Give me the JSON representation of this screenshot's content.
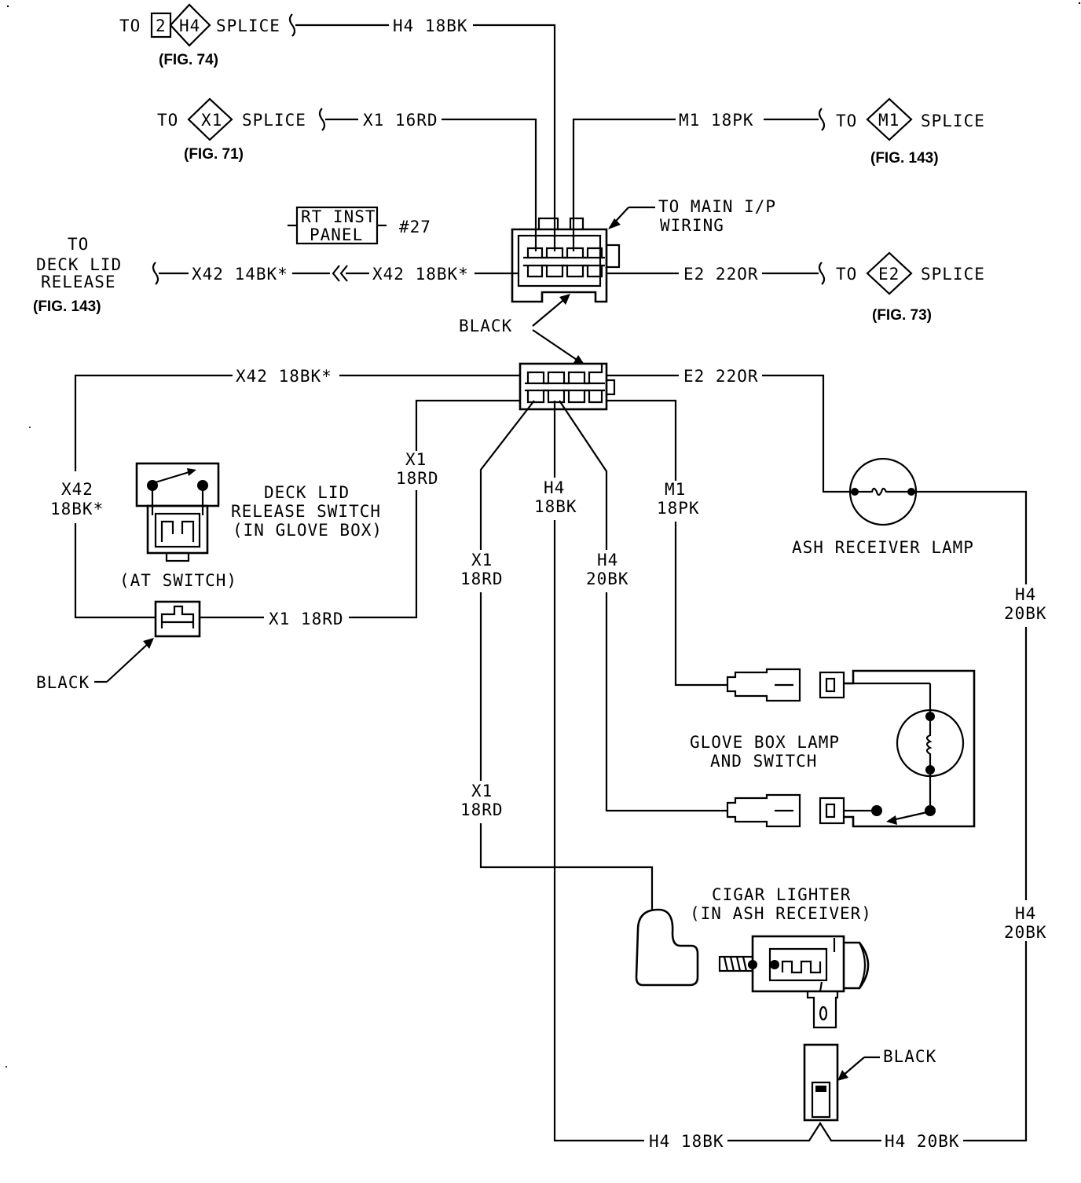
{
  "top": {
    "h4": {
      "to": "TO",
      "num": "2",
      "code": "H4",
      "splice": "SPLICE",
      "fig": "(FIG. 74)",
      "wire": "H4 18BK"
    },
    "x1": {
      "to": "TO",
      "code": "X1",
      "splice": "SPLICE",
      "fig": "(FIG. 71)",
      "wire": "X1 16RD"
    },
    "m1": {
      "to": "TO",
      "code": "M1",
      "splice": "SPLICE",
      "fig": "(FIG. 143)",
      "wire": "M1 18PK"
    },
    "e2": {
      "to": "TO",
      "code": "E2",
      "splice": "SPLICE",
      "fig": "(FIG. 73)",
      "wire": "E2 22OR"
    },
    "deck": {
      "l1": "TO",
      "l2": "DECK LID",
      "l3": "RELEASE",
      "fig": "(FIG. 143)",
      "wire_a": "X42 14BK*",
      "wire_b": "X42 18BK*"
    },
    "rt_inst_1": "RT INST",
    "rt_inst_2": "PANEL",
    "conn_num": "#27",
    "main_ip_1": "TO MAIN I/P",
    "main_ip_2": "WIRING",
    "black_1": "BLACK"
  },
  "lower": {
    "x42_top": "X42 18BK*",
    "e2_lower": "E2 22OR",
    "x1_v1a": "X1",
    "x1_v1b": "18RD",
    "x42_va": "X42",
    "x42_vb": "18BK*",
    "h4_va": "H4",
    "h4_vb": "18BK",
    "m1_va": "M1",
    "m1_vb": "18PK",
    "x1_v2a": "X1",
    "x1_v2b": "18RD",
    "h4_v2a": "H4",
    "h4_v2b": "20BK",
    "x1_v3a": "X1",
    "x1_v3b": "18RD",
    "h4_r1a": "H4",
    "h4_r1b": "20BK",
    "h4_r2a": "H4",
    "h4_r2b": "20BK",
    "x1_switch": "X1 18RD",
    "deck_sw_1": "DECK LID",
    "deck_sw_2": "RELEASE SWITCH",
    "deck_sw_3": "(IN GLOVE BOX)",
    "at_switch": "(AT SWITCH)",
    "black_2": "BLACK",
    "black_3": "BLACK",
    "ash_lamp": "ASH RECEIVER LAMP",
    "glove_1": "GLOVE BOX LAMP",
    "glove_2": "AND SWITCH",
    "cigar_1": "CIGAR LIGHTER",
    "cigar_2": "(IN ASH RECEIVER)",
    "h4_bottom_left": "H4 18BK",
    "h4_bottom_right": "H4 20BK"
  }
}
